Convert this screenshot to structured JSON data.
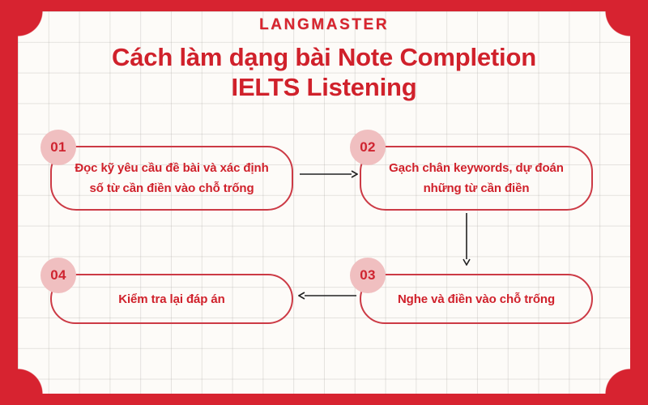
{
  "brand": {
    "logo_text": "LANGMASTER"
  },
  "heading": {
    "line1": "Cách làm dạng bài Note Completion",
    "line2": "IELTS Listening"
  },
  "steps": [
    {
      "number": "01",
      "text": "Đọc kỹ yêu cầu đề bài và xác định số từ cần điền vào chỗ trống"
    },
    {
      "number": "02",
      "text": "Gạch chân keywords, dự đoán những từ cần điền"
    },
    {
      "number": "03",
      "text": "Nghe và điền vào chỗ trống"
    },
    {
      "number": "04",
      "text": "Kiểm tra lại đáp án"
    }
  ],
  "connectors": [
    {
      "name": "arrow-right-icon",
      "direction": "right",
      "from": "01",
      "to": "02"
    },
    {
      "name": "arrow-down-icon",
      "direction": "down",
      "from": "02",
      "to": "03"
    },
    {
      "name": "arrow-left-icon",
      "direction": "left",
      "from": "03",
      "to": "04"
    }
  ],
  "colors": {
    "frame_red": "#d72330",
    "title_red": "#d0212b",
    "box_border": "#cc3a45",
    "badge_pink": "#f0bfc0",
    "paper_bg": "#fdfbf8",
    "arrow": "#222222"
  }
}
